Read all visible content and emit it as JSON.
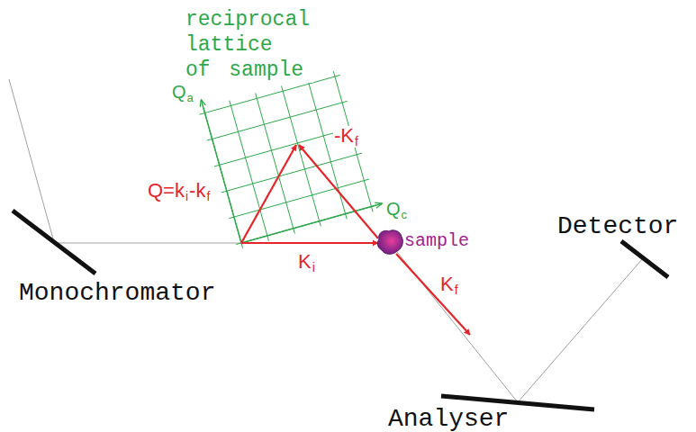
{
  "diagram": {
    "labels": [
      "reciprocal lattice of sample",
      "Q",
      "a",
      "Q=k",
      "i",
      "-k",
      "f",
      "-K",
      "f",
      "K",
      "i",
      "K",
      "f",
      "Q",
      "c",
      "sample",
      "Detector",
      "Monochromator",
      "Analyser"
    ]
  }
}
